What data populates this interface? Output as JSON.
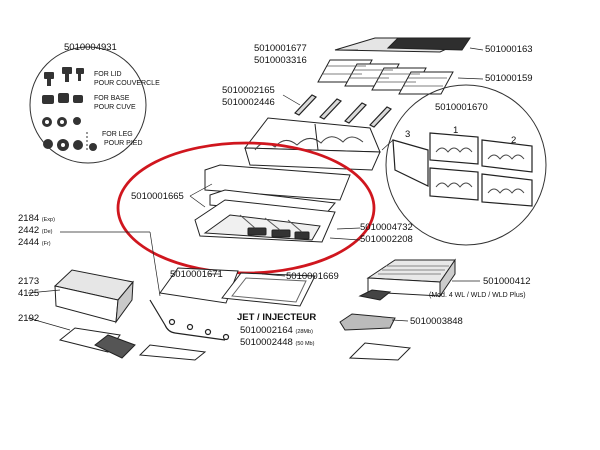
{
  "labels": {
    "kit_number": "5010004931",
    "for_lid": "FOR LID",
    "pour_couvercle": "POUR COUVERCLE",
    "for_base": "FOR BASE",
    "pour_cuve": "POUR CUVE",
    "for_leg": "FOR LEG",
    "pour_pied": "POUR PIED",
    "p1677": "5010001677",
    "p3316": "5010003316",
    "p163": "501000163",
    "p159": "501000159",
    "p2165": "5010002165",
    "p2446": "5010002446",
    "p1670": "5010001670",
    "burner_1": "1",
    "burner_2": "2",
    "burner_3": "3",
    "p1665": "5010001665",
    "p4732": "5010004732",
    "p2208": "5010002208",
    "p2184": "2184",
    "p2184_suffix": "(Exp)",
    "p2442": "2442",
    "p2442_suffix": "(De)",
    "p2444": "2444",
    "p2444_suffix": "(Fr)",
    "p2173": "2173",
    "p4125": "4125",
    "p2192": "2192",
    "p1671": "5010001671",
    "p1669": "5010001669",
    "p412": "501000412",
    "mod_note": "(Mod. 4 WL / WLD / WLD Plus)",
    "p3848": "5010003848",
    "jet_title": "JET / INJECTEUR",
    "p2164": "5010002164",
    "p2164_note": "(28Mb)",
    "p2448": "5010002448",
    "p2448_note": "(50 Mb)"
  },
  "colors": {
    "highlight_ellipse": "#d0161e",
    "line": "#222222",
    "part_fill": "#d9d9d9",
    "part_dark": "#3a3a3a"
  }
}
